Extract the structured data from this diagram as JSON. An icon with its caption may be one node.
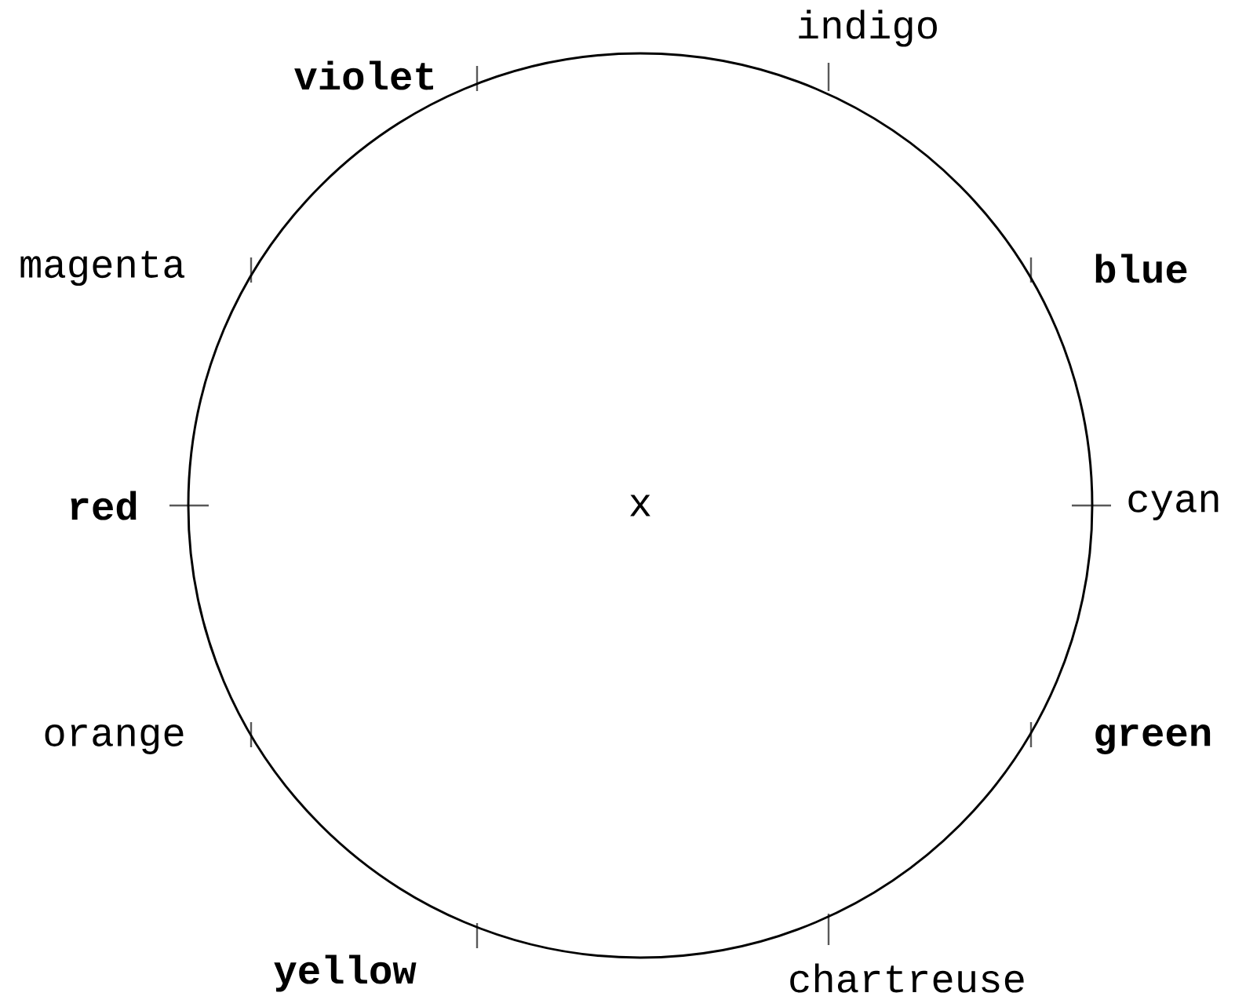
{
  "diagram": {
    "nodes": [
      {
        "text": [
          "x"
        ]
      }
    ],
    "edges": [],
    "labels": [
      "indigo",
      "violet",
      "magenta",
      "blue",
      "red",
      "cyan",
      "orange",
      "green",
      "yellow",
      "chartreuse"
    ]
  }
}
